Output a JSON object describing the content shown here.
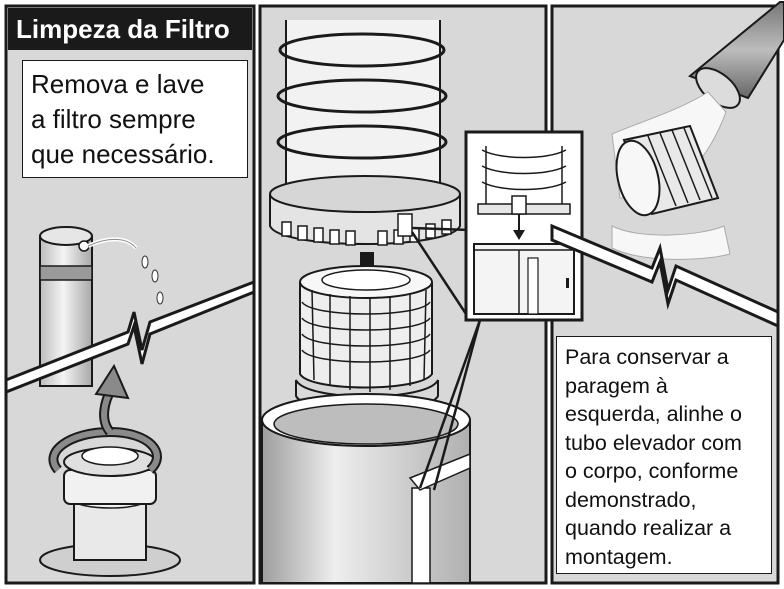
{
  "title": "Limpeza da Filtro",
  "instruction_left": {
    "lines": [
      "Remova e lave",
      "a filtro sempre",
      "que necessário."
    ]
  },
  "instruction_right": {
    "lines": [
      "Para conservar a",
      "paragem à",
      "esquerda, alinhe o",
      "tubo elevador com",
      "o corpo, conforme",
      "demonstrado,",
      "quando realizar a",
      "montagem."
    ]
  },
  "colors": {
    "panel_bg": "#d8d8d8",
    "line": "#1a1a1a",
    "title_bg": "#1a1a1a",
    "title_text": "#ffffff"
  }
}
